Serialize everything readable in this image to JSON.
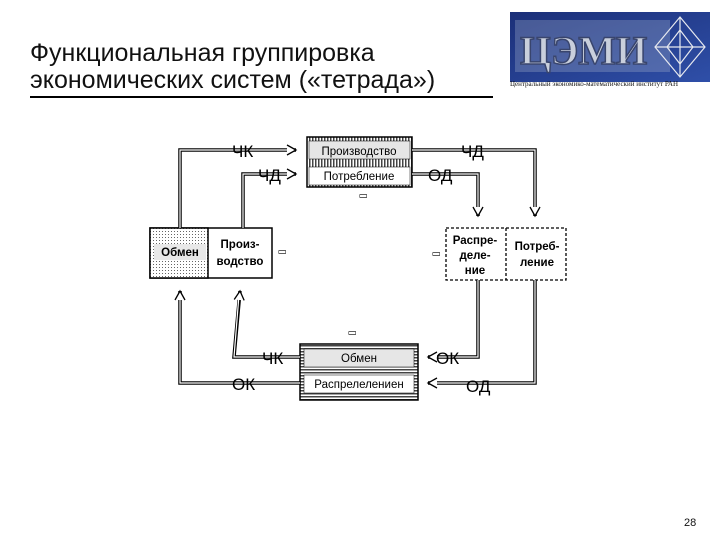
{
  "slide": {
    "title_line1": "Функциональная группировка",
    "title_line2": "экономических систем («тетрада»)",
    "page_number": "28",
    "logo_text": "ЦЭМИ",
    "logo_caption": "Центральный экономико-математический институт РАН"
  },
  "diagram": {
    "top_block": {
      "top": "Производство",
      "bottom": "Потребление",
      "mark": "[]"
    },
    "left_block": {
      "left": "Обмен",
      "right_line1": "Произ-",
      "right_line2": "водство",
      "mark": "[]"
    },
    "right_block": {
      "left_line1": "Распре-",
      "left_line2": "деле-",
      "left_line3": "ние",
      "right_line1": "Потреб-",
      "right_line2": "ление",
      "mark": "[]"
    },
    "bottom_block": {
      "top": "Обмен",
      "bottom": "Распрелелениен",
      "mark": "[]"
    },
    "labels": {
      "top_left_outer": "ЧК",
      "top_left_inner": "ЧД",
      "top_right_outer": "ЧД",
      "top_right_inner": "ОД",
      "bottom_left_inner": "ЧК",
      "bottom_left_outer": "ОК",
      "bottom_right_inner": "ОК",
      "bottom_right_outer": "ОД"
    }
  }
}
